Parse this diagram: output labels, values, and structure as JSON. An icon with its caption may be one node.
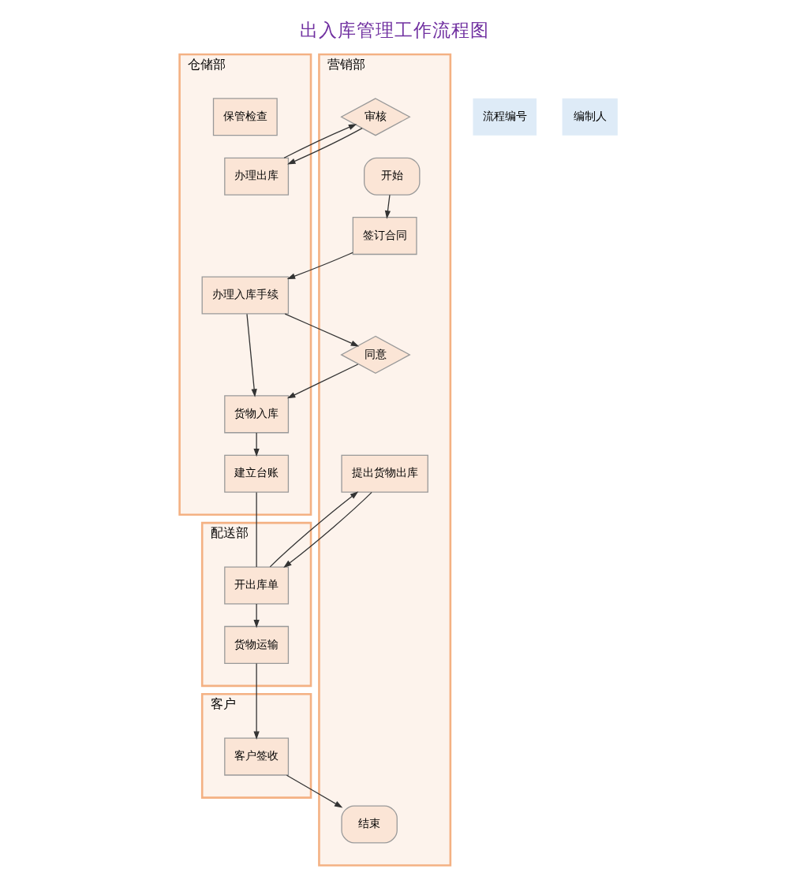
{
  "diagram": {
    "title": "出入库管理工作流程图",
    "nodes": [
      {
        "text": [
          "营销部"
        ]
      },
      {
        "text": [
          "配送部"
        ]
      },
      {
        "text": [
          "仓储部"
        ]
      },
      {
        "text": [
          "客户"
        ]
      },
      {
        "text": [
          "开始"
        ],
        "in": 0
      },
      {
        "text": [
          "签订合同"
        ],
        "in": 0
      },
      {
        "text": [
          "同意"
        ],
        "in": 0
      },
      {
        "text": [
          "办理入库手续"
        ],
        "in": 2
      },
      {
        "text": [
          "货物入库"
        ],
        "in": 2
      },
      {
        "text": [
          "建立台账"
        ],
        "in": 2
      },
      {
        "text": [
          "提出货物出库"
        ],
        "in": 0
      },
      {
        "text": [
          "开出库单"
        ],
        "in": 1
      },
      {
        "text": [
          "保管检查"
        ],
        "in": 2
      },
      {
        "text": [
          "审核"
        ],
        "in": 0
      },
      {
        "text": [
          "办理出库"
        ],
        "in": 2
      },
      {
        "text": [
          "货物运输"
        ],
        "in": 1
      },
      {
        "text": [
          "客户签收"
        ],
        "in": 3
      },
      {
        "text": [
          "结束"
        ],
        "in": 0
      }
    ],
    "edges": [
      {
        "from": 4,
        "to": 5,
        "arrow": "to"
      },
      {
        "from": 5,
        "to": 7,
        "arrow": "to"
      },
      {
        "from": 7,
        "to": 6,
        "arrow": "to"
      },
      {
        "from": 6,
        "to": 8,
        "arrow": "to"
      },
      {
        "from": 7,
        "to": 8,
        "arrow": "to"
      },
      {
        "from": 8,
        "to": 9,
        "arrow": "to"
      },
      {
        "from": 9,
        "to": 11,
        "arrow": "none"
      },
      {
        "from": 11,
        "to": 10,
        "arrow": "to"
      },
      {
        "from": 10,
        "to": 11,
        "arrow": "to"
      },
      {
        "from": 13,
        "to": 14,
        "arrow": "to"
      },
      {
        "from": 14,
        "to": 13,
        "arrow": "to"
      },
      {
        "from": 11,
        "to": 15,
        "arrow": "to"
      },
      {
        "from": 15,
        "to": 16,
        "arrow": "to"
      },
      {
        "from": 16,
        "to": 17,
        "arrow": "to"
      }
    ],
    "labels": [
      "流程编号",
      "编制人"
    ]
  }
}
